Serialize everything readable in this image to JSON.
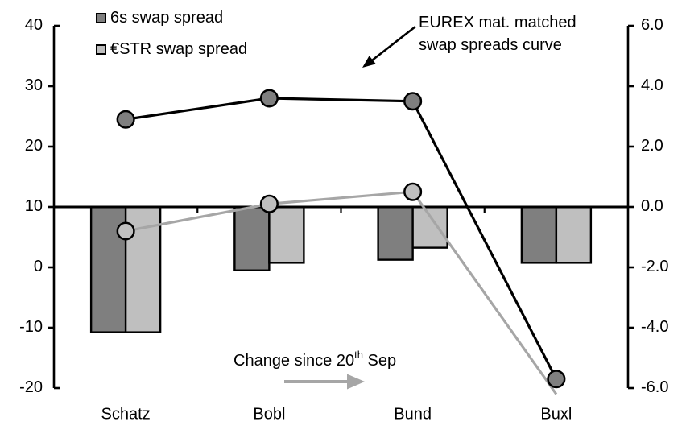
{
  "chart_data": {
    "type": "combo",
    "title": "",
    "categories": [
      "Schatz",
      "Bobl",
      "Bund",
      "Buxl"
    ],
    "left_axis": {
      "ticks": [
        "40",
        "30",
        "20",
        "10",
        "0",
        "-10",
        "-20"
      ],
      "range": [
        -20,
        40
      ],
      "bar_baseline_left_value": 10
    },
    "right_axis": {
      "ticks": [
        "6.0",
        "4.0",
        "2.0",
        "0.0",
        "-2.0",
        "-4.0",
        "-6.0"
      ],
      "range": [
        -6,
        6
      ]
    },
    "legend": [
      {
        "label": "6s swap spread",
        "color": "#7f7f7f"
      },
      {
        "label": "€STR swap spread",
        "color": "#bfbfbf"
      }
    ],
    "bar_series": [
      {
        "name": "6s swap spread change",
        "axis": "right",
        "color": "#7f7f7f",
        "values": [
          -4.15,
          -2.1,
          -1.75,
          -1.85
        ]
      },
      {
        "name": "€STR swap spread change",
        "axis": "right",
        "color": "#bfbfbf",
        "values": [
          -4.15,
          -1.85,
          -1.35,
          -1.85
        ]
      }
    ],
    "line_series": [
      {
        "name": "€STR swap spread curve",
        "axis": "left",
        "color": "#a6a6a6",
        "marker_fill": "#bfbfbf",
        "values": [
          6,
          10.5,
          12.5,
          -21
        ],
        "markers": [
          true,
          true,
          true,
          false
        ]
      },
      {
        "name": "6s swap spread curve",
        "axis": "left",
        "color": "#000000",
        "marker_fill": "#7f7f7f",
        "values": [
          24.5,
          28,
          27.5,
          -18.5
        ],
        "markers": [
          true,
          true,
          true,
          true
        ]
      }
    ],
    "grid": false,
    "legend_position": "top-left"
  },
  "annotations": {
    "curve_line1": "EUREX mat. matched",
    "curve_line2": "swap spreads curve",
    "change_prefix": "Change since 20",
    "change_sup": "th",
    "change_suffix": " Sep"
  }
}
